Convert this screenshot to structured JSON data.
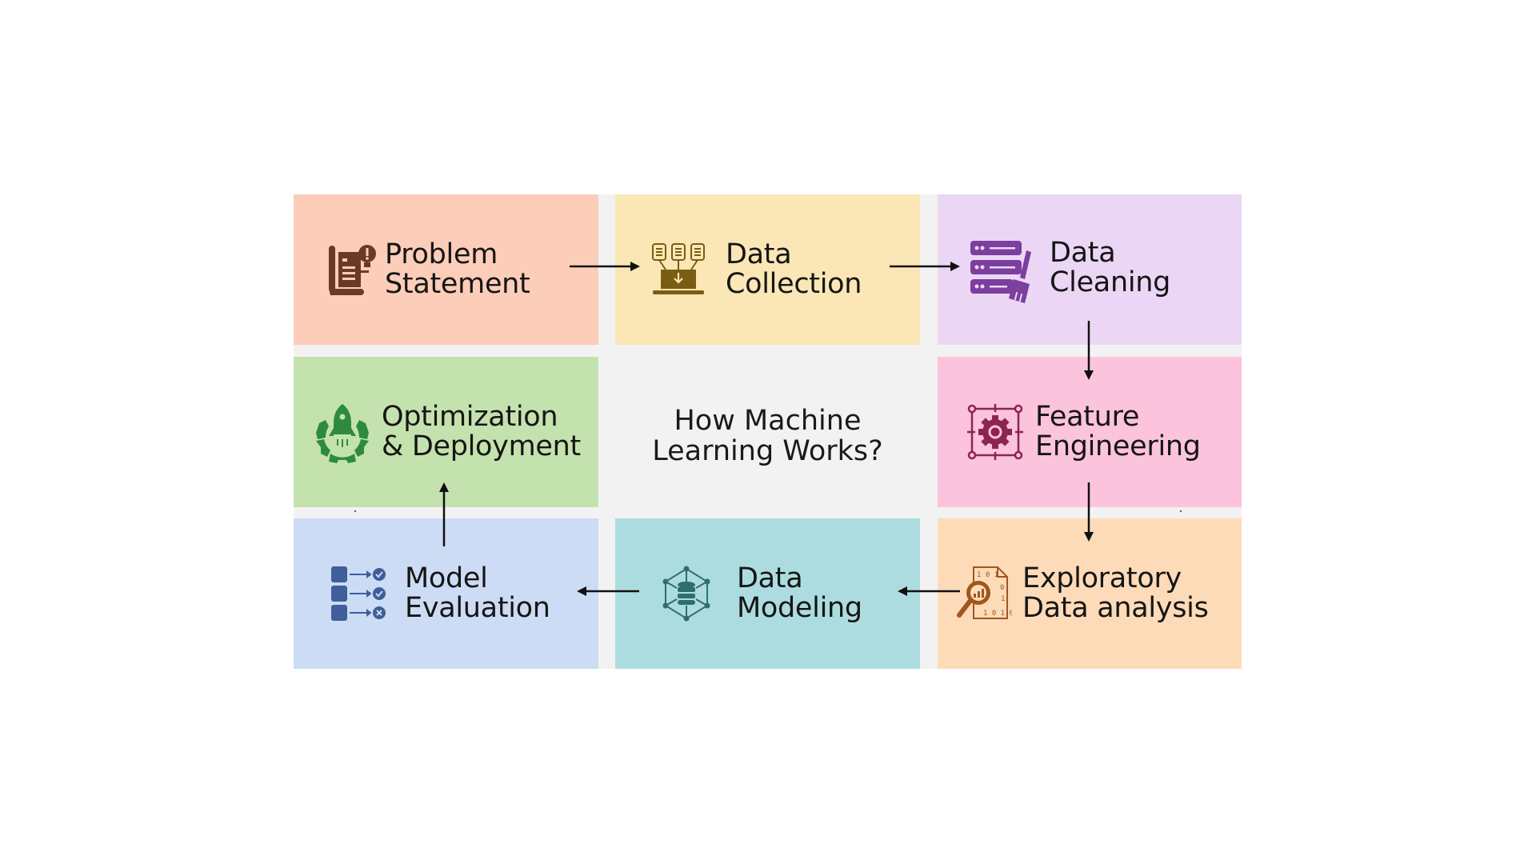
{
  "diagram": {
    "title_line1": "How Machine",
    "title_line2": "Learning Works?",
    "steps": [
      {
        "id": "problem-statement",
        "line1": "Problem",
        "line2": "Statement",
        "icon": "document-alert-icon",
        "bg": "#fccdb9",
        "icon_color": "#6b3a24"
      },
      {
        "id": "data-collection",
        "line1": "Data",
        "line2": "Collection",
        "icon": "laptop-download-icon",
        "bg": "#fbe6b5",
        "icon_color": "#7a5c14"
      },
      {
        "id": "data-cleaning",
        "line1": "Data",
        "line2": "Cleaning",
        "icon": "server-broom-icon",
        "bg": "#ecd6f5",
        "icon_color": "#7b3f9e"
      },
      {
        "id": "feature-engineering",
        "line1": "Feature",
        "line2": "Engineering",
        "icon": "gear-frame-icon",
        "bg": "#fcc3dc",
        "icon_color": "#8b2550"
      },
      {
        "id": "exploratory-data-analysis",
        "line1": "Exploratory",
        "line2": "Data analysis",
        "icon": "magnifier-chart-icon",
        "bg": "#fddbb8",
        "icon_color": "#a0561e"
      },
      {
        "id": "data-modeling",
        "line1": "Data",
        "line2": "Modeling",
        "icon": "database-cube-icon",
        "bg": "#acdce0",
        "icon_color": "#2f6e6c"
      },
      {
        "id": "model-evaluation",
        "line1": "Model",
        "line2": "Evaluation",
        "icon": "checklist-icon",
        "bg": "#cddcf5",
        "icon_color": "#3f5e9a"
      },
      {
        "id": "optimization-deployment",
        "line1": "Optimization",
        "line2": "& Deployment",
        "icon": "rocket-gear-icon",
        "bg": "#c4e2ae",
        "icon_color": "#2e8b3e"
      }
    ],
    "flow": [
      "Problem Statement",
      "Data Collection",
      "Data Cleaning",
      "Feature Engineering",
      "Exploratory Data analysis",
      "Data Modeling",
      "Model Evaluation",
      "Optimization & Deployment"
    ],
    "colors": {
      "gap": "#f2f2f2",
      "center_bg": "#f2f2f2",
      "text": "#151515",
      "arrow": "#111111"
    }
  }
}
